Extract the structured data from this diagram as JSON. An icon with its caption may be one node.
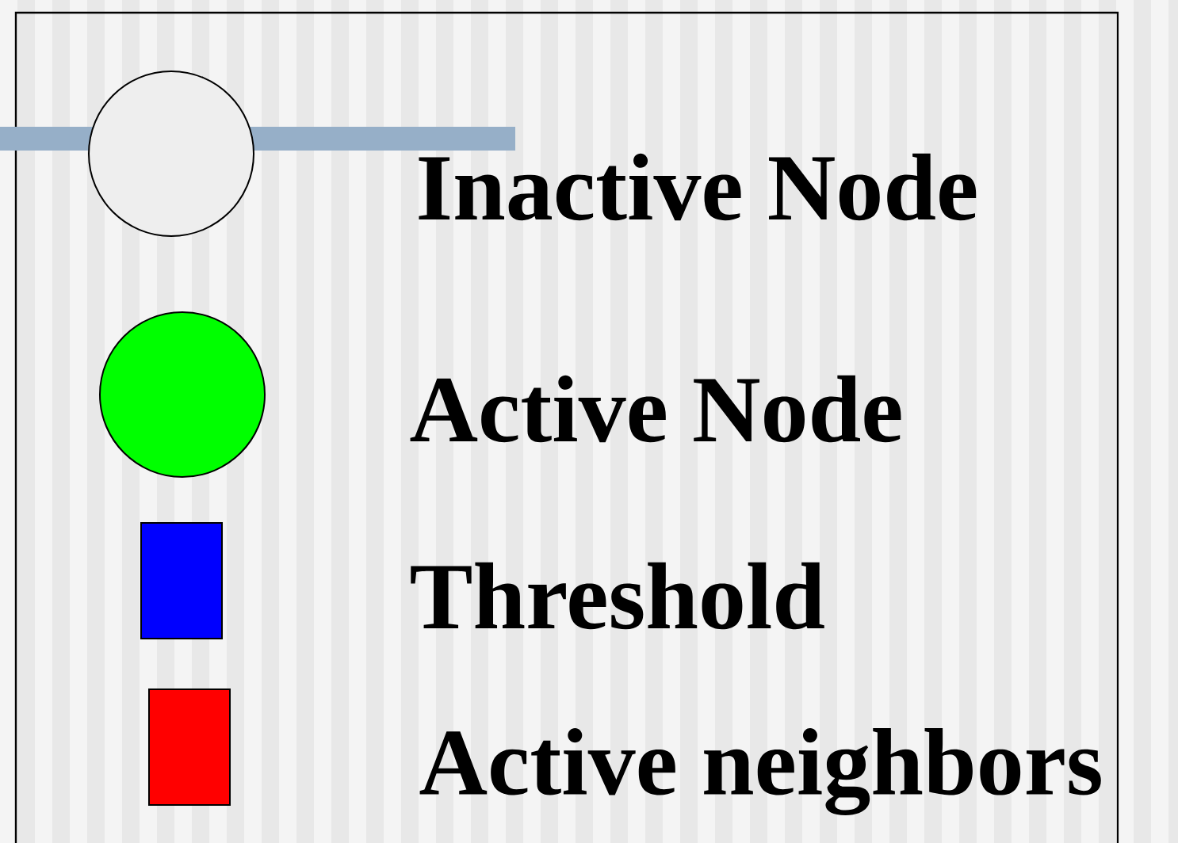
{
  "diagram": {
    "legend": [
      {
        "text": "Inactive Node",
        "color": "#eeeeee"
      },
      {
        "text": "Active Node",
        "color": "#00ff00"
      },
      {
        "text": "Threshold",
        "color": "#0000ff"
      },
      {
        "text": "Active neighbors",
        "color": "#ff0000"
      }
    ]
  }
}
